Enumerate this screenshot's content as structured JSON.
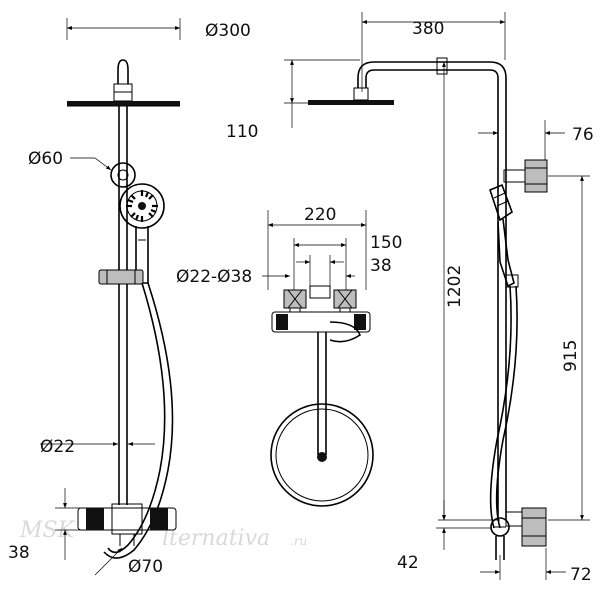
{
  "dimensions": {
    "head_diameter": "Ø300",
    "arm_length": "380",
    "head_drop": "110",
    "handshower_diameter": "Ø60",
    "wall_offset_top": "76",
    "valve_spacing": "220",
    "valve_range_outer": "150",
    "valve_range_inner": "38",
    "inlet_size": "Ø22-Ø38",
    "total_height": "1202",
    "bracket_height": "915",
    "pipe_diameter": "Ø22",
    "mixer_diameter": "Ø70",
    "mixer_height": "38",
    "valve_offset": "42",
    "wall_offset_bottom": "72"
  },
  "watermark": {
    "left": "MSK",
    "right": "lternativa",
    "suffix": ".ru"
  }
}
